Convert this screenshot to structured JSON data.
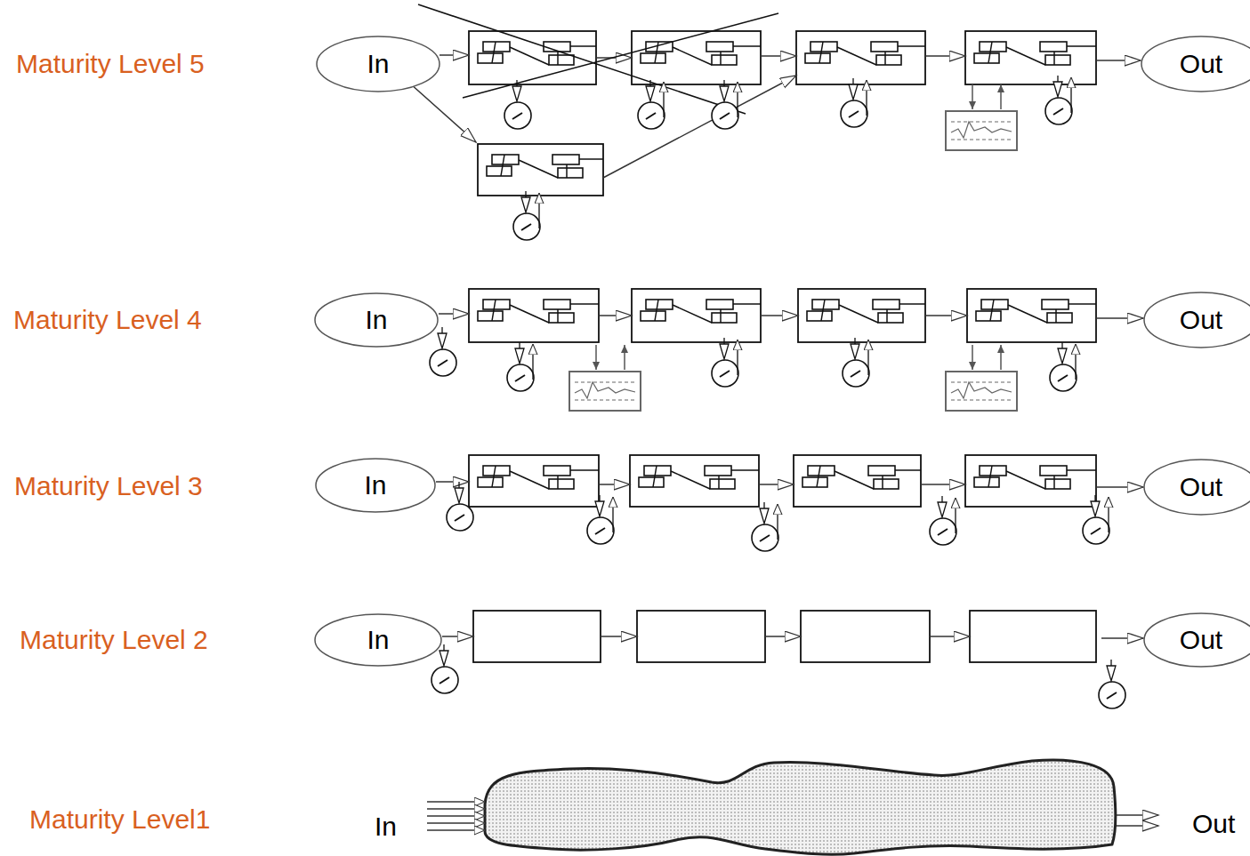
{
  "diagram": {
    "nodes": [
      {
        "text": [
          "In"
        ]
      },
      {
        "text": [
          "Out"
        ]
      },
      {
        "text": [
          "In"
        ]
      },
      {
        "text": [
          "Out"
        ]
      },
      {
        "text": [
          "In"
        ]
      },
      {
        "text": [
          "Out"
        ]
      },
      {
        "text": [
          "In"
        ]
      },
      {
        "text": [
          "Out"
        ]
      }
    ],
    "labels": [
      "Maturity Level 5",
      "Maturity Level 4",
      "Maturity Level 3",
      "Maturity Level 2",
      "Maturity Level1",
      "In",
      "Out"
    ]
  }
}
